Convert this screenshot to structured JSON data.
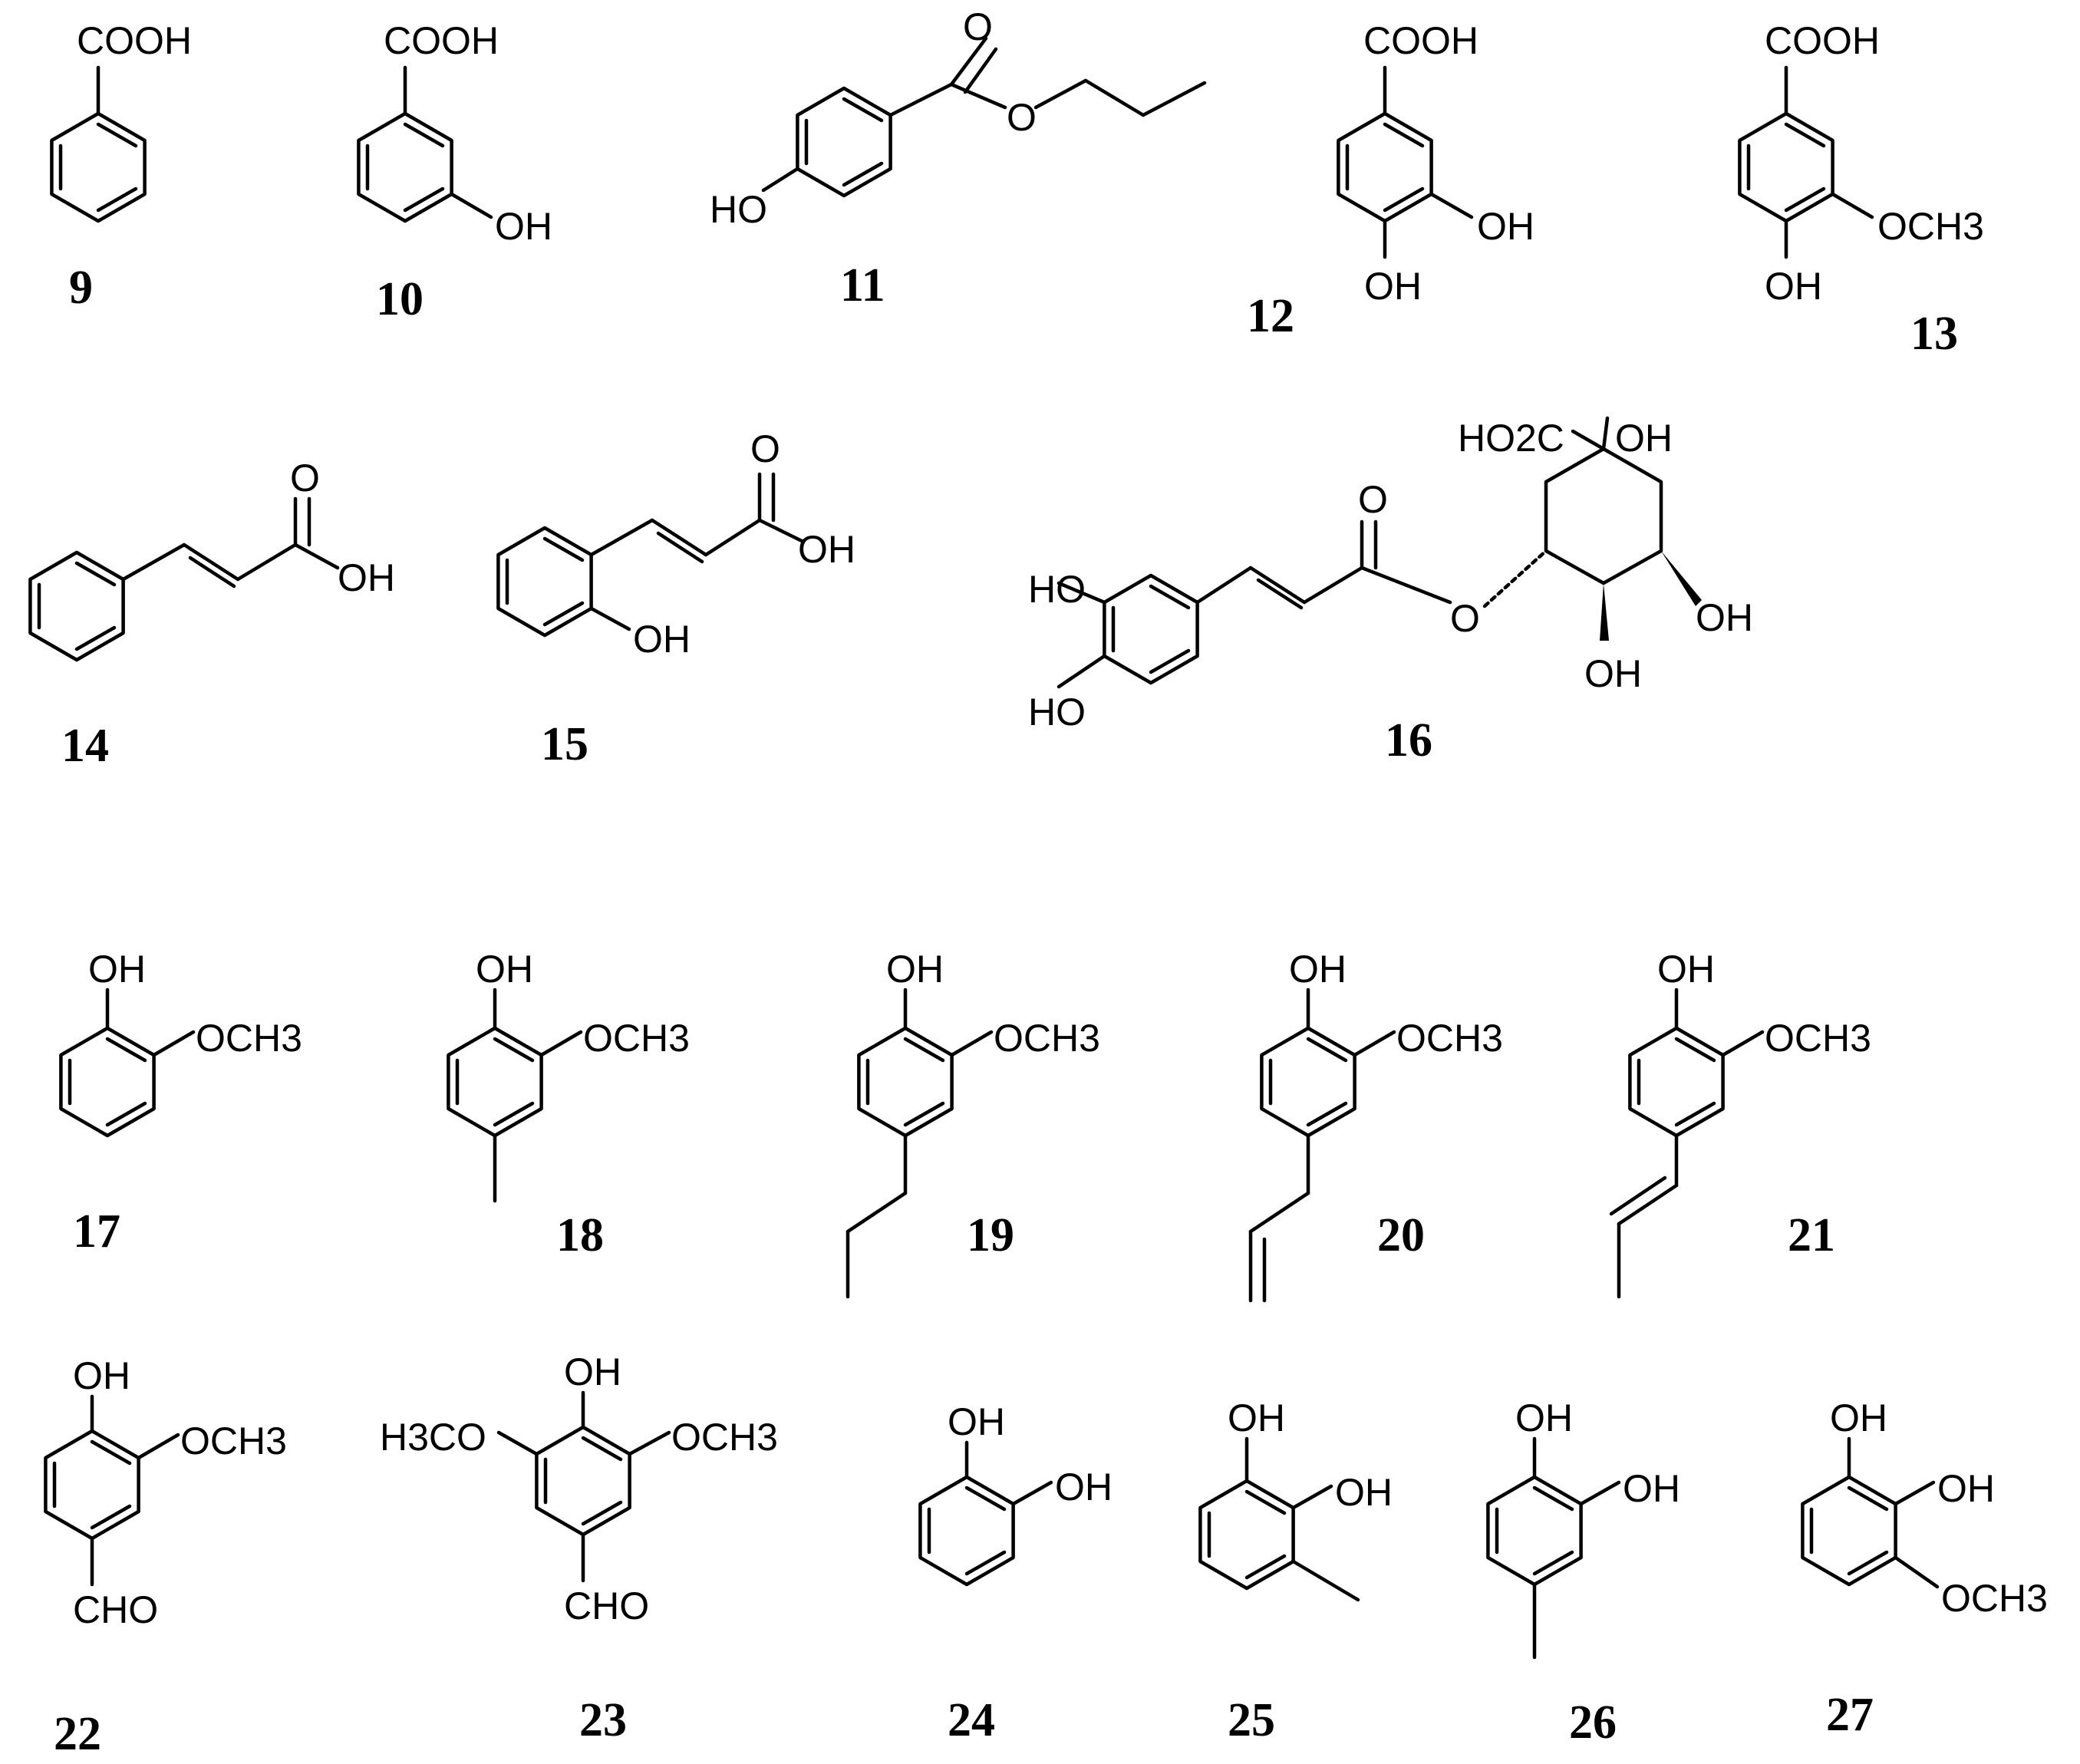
{
  "compounds": [
    {
      "number": "9",
      "labels": [
        "COOH"
      ]
    },
    {
      "number": "10",
      "labels": [
        "COOH",
        "OH"
      ]
    },
    {
      "number": "11",
      "labels": [
        "O",
        "O",
        "HO"
      ]
    },
    {
      "number": "12",
      "labels": [
        "COOH",
        "OH",
        "OH"
      ]
    },
    {
      "number": "13",
      "labels": [
        "COOH",
        "OCH3",
        "OH"
      ]
    },
    {
      "number": "14",
      "labels": [
        "O",
        "OH"
      ]
    },
    {
      "number": "15",
      "labels": [
        "O",
        "OH",
        "OH"
      ]
    },
    {
      "number": "16",
      "labels": [
        "HO2C",
        "OH",
        "O",
        "HO",
        "HO",
        "O",
        "OH",
        "OH"
      ]
    },
    {
      "number": "17",
      "labels": [
        "OH",
        "OCH3"
      ]
    },
    {
      "number": "18",
      "labels": [
        "OH",
        "OCH3"
      ]
    },
    {
      "number": "19",
      "labels": [
        "OH",
        "OCH3"
      ]
    },
    {
      "number": "20",
      "labels": [
        "OH",
        "OCH3"
      ]
    },
    {
      "number": "21",
      "labels": [
        "OH",
        "OCH3"
      ]
    },
    {
      "number": "22",
      "labels": [
        "OH",
        "OCH3",
        "CHO"
      ]
    },
    {
      "number": "23",
      "labels": [
        "OH",
        "H3CO",
        "OCH3",
        "CHO"
      ]
    },
    {
      "number": "24",
      "labels": [
        "OH",
        "OH"
      ]
    },
    {
      "number": "25",
      "labels": [
        "OH",
        "OH"
      ]
    },
    {
      "number": "26",
      "labels": [
        "OH",
        "OH"
      ]
    },
    {
      "number": "27",
      "labels": [
        "OH",
        "OH",
        "OCH3"
      ]
    }
  ]
}
